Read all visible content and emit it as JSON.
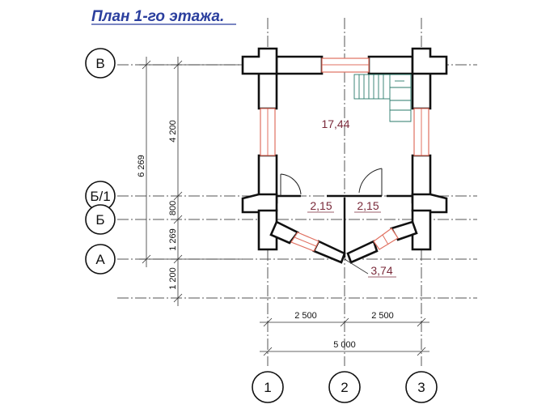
{
  "title": "План 1-го этажа.",
  "row_axes": [
    "В",
    "Б/1",
    "Б",
    "А"
  ],
  "column_axes": [
    "1",
    "2",
    "3"
  ],
  "dimensions": {
    "vertical_total": "6 269",
    "vertical_top": "4 200",
    "vertical_800": "800",
    "vertical_1269": "1 269",
    "vertical_1200": "1 200",
    "horizontal_left": "2 500",
    "horizontal_right": "2 500",
    "horizontal_total": "5 000"
  },
  "rooms": [
    {
      "area": "17,44"
    },
    {
      "area": "2,15"
    },
    {
      "area": "2,15"
    },
    {
      "area": "3,74"
    }
  ],
  "colors": {
    "title": "#2b3f9e",
    "window": "#e07060",
    "stair": "#2a7a6a",
    "area_text": "#7a2a3a"
  }
}
